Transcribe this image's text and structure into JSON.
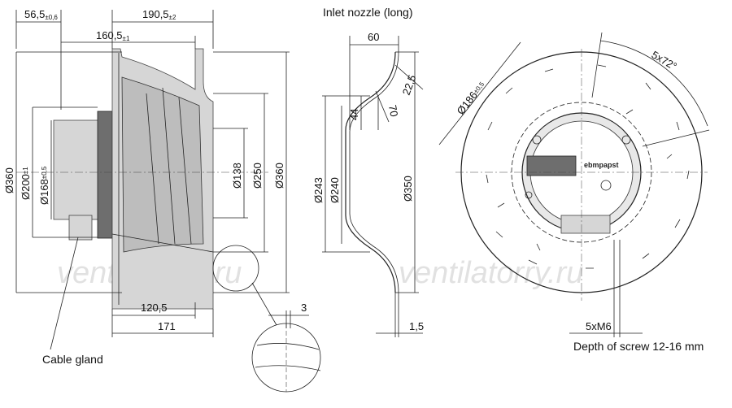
{
  "labels": {
    "title_nozzle": "Inlet nozzle (long)",
    "cable_gland": "Cable gland",
    "depth_of_screw": "Depth of screw 12-16 mm",
    "brand_logo": "ebmpapst",
    "watermark": "ventilatorry.ru"
  },
  "dims": {
    "d56": {
      "main": "56,5",
      "tol": "±0,6"
    },
    "d190": {
      "main": "190,5",
      "tol": "±2"
    },
    "d160": {
      "main": "160,5",
      "tol": "±1"
    },
    "d360_left": "Ø360",
    "d200": {
      "main": "Ø200",
      "tol": "±1"
    },
    "d168": {
      "main": "Ø168",
      "tol": "±0,5"
    },
    "d138": "Ø138",
    "d250": "Ø250",
    "d360_mid": "Ø360",
    "d120": "120,5",
    "d171": "171",
    "d3": "3",
    "n60": "60",
    "n44": "44",
    "n70": "70",
    "n225": "22,5",
    "n243": "Ø243",
    "n240": "Ø240",
    "n350": "Ø350",
    "n15": "1,5",
    "r186": {
      "main": "Ø186",
      "tol": "±0,5"
    },
    "r5x72": "5x72°",
    "r5xm6": "5xM6"
  }
}
